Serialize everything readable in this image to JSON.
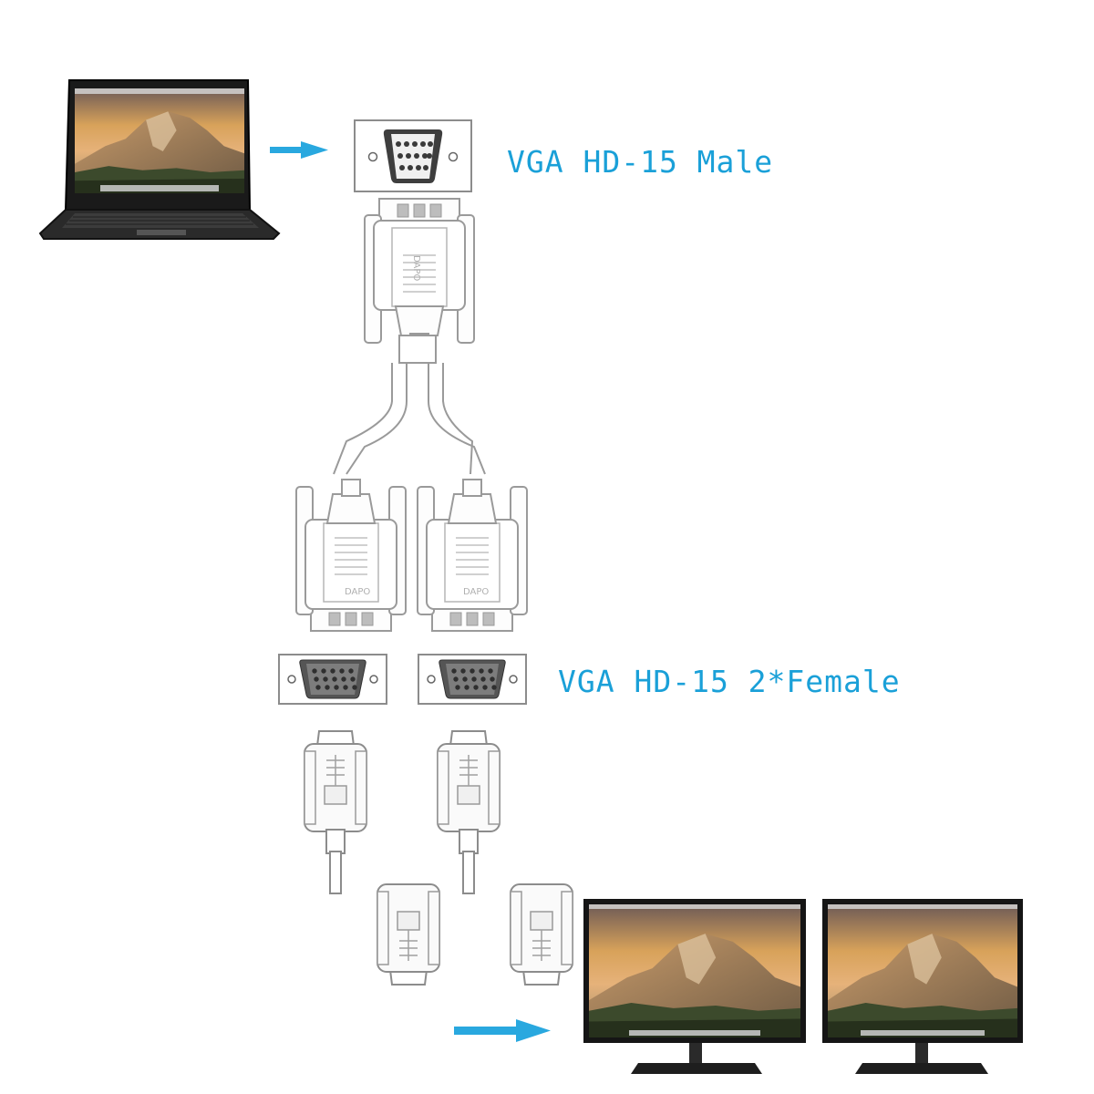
{
  "labels": {
    "male": "VGA HD-15 Male",
    "female": "VGA HD-15 2*Female"
  },
  "connector_brand": "DAPO",
  "colors": {
    "arrow": "#29a8df",
    "label": "#1aa0d8",
    "outline": "#8c8c8c",
    "port_plate": "#e6e6e6",
    "screen_sky": "#d8a25a",
    "device_body": "#1a1a1a"
  },
  "icons": [
    "laptop-icon",
    "monitor-icon",
    "arrow-right-icon"
  ]
}
